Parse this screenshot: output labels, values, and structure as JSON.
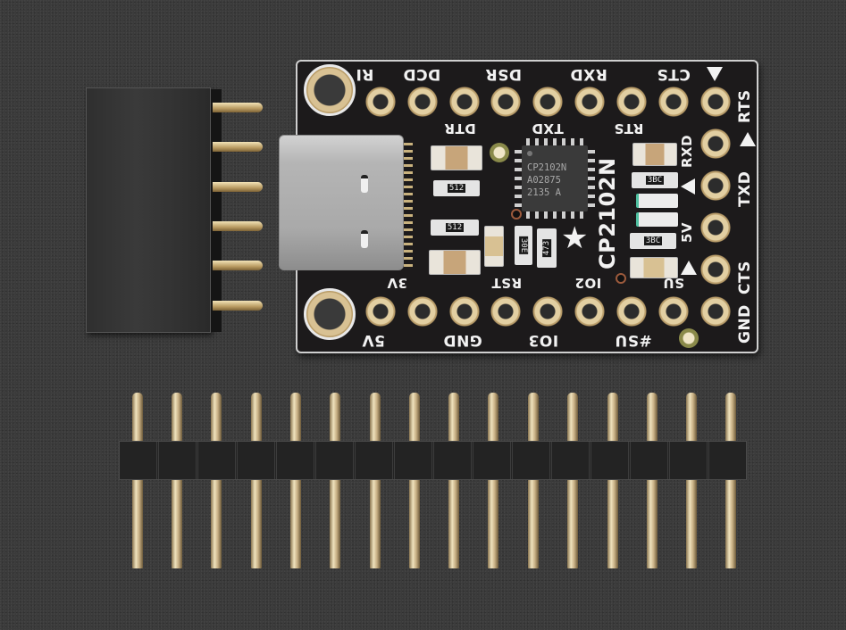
{
  "image": {
    "subject": "CP2102N USB-C to serial breakout board with pin headers",
    "background_color": "#3b3b3b",
    "pcb_color": "#1c1a1b",
    "pad_color": "#e2cfa2"
  },
  "chip": {
    "line1": "CP2102N",
    "line2": "A02875",
    "line3": "2135  A"
  },
  "pcb_title": "CP2102N",
  "labels": {
    "top_row": [
      "RI",
      "DCD",
      "DSR",
      "RXD",
      "CTS"
    ],
    "top_inner": [
      "DTR",
      "TXD",
      "RTS"
    ],
    "right_column": [
      "RTS",
      "RXD",
      "TXD",
      "5V",
      "CTS",
      "GND"
    ],
    "bottom_row": [
      "5V",
      "GND",
      "IO3",
      "#SU"
    ],
    "bottom_inner": [
      "3V",
      "RST",
      "IO2",
      "SU"
    ],
    "right_inner": [
      "RXD",
      "5V"
    ]
  },
  "components": {
    "resistor_512": "512",
    "resistor_3bc": "3BC",
    "resistor_473": "473",
    "resistor_30e": "30E"
  },
  "headers": {
    "female_pins": 6,
    "male_pins": 16
  }
}
